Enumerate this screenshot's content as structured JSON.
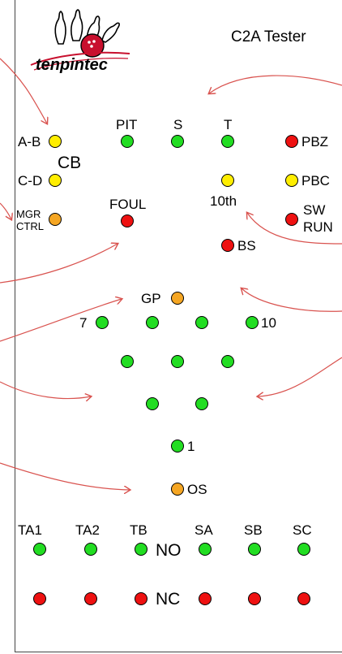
{
  "title": "C2A Tester",
  "logo": {
    "wordmark": "tenpintec"
  },
  "colors": {
    "green": "#22dd22",
    "red": "#ee1111",
    "orange": "#f5a623",
    "yellow": "#ffee00",
    "arrow": "#d9534f"
  },
  "labels": {
    "ab": "A-B",
    "cd": "C-D",
    "cb": "CB",
    "mgr_line1": "MGR",
    "mgr_line2": "CTRL",
    "pit": "PIT",
    "s": "S",
    "t": "T",
    "pbz": "PBZ",
    "pbc": "PBC",
    "foul": "FOUL",
    "tenth": "10th",
    "sw_line1": "SW",
    "sw_line2": "RUN",
    "bs": "BS",
    "gp": "GP",
    "pin7": "7",
    "pin10": "10",
    "pin1": "1",
    "os": "OS",
    "ta1": "TA1",
    "ta2": "TA2",
    "tb": "TB",
    "sa": "SA",
    "sb": "SB",
    "sc": "SC",
    "no": "NO",
    "nc": "NC"
  },
  "indicators": [
    {
      "id": "ab",
      "color": "yellow"
    },
    {
      "id": "cd",
      "color": "yellow"
    },
    {
      "id": "mgr-ctrl",
      "color": "orange"
    },
    {
      "id": "pit",
      "color": "green"
    },
    {
      "id": "s",
      "color": "green"
    },
    {
      "id": "t",
      "color": "green"
    },
    {
      "id": "pbz",
      "color": "red"
    },
    {
      "id": "pbc",
      "color": "yellow"
    },
    {
      "id": "foul",
      "color": "red"
    },
    {
      "id": "tenth",
      "color": "yellow"
    },
    {
      "id": "sw-run",
      "color": "red"
    },
    {
      "id": "bs",
      "color": "red"
    },
    {
      "id": "gp",
      "color": "orange"
    },
    {
      "id": "pin-7",
      "color": "green"
    },
    {
      "id": "pin-8",
      "color": "green"
    },
    {
      "id": "pin-9",
      "color": "green"
    },
    {
      "id": "pin-10",
      "color": "green"
    },
    {
      "id": "pin-4",
      "color": "green"
    },
    {
      "id": "pin-5",
      "color": "green"
    },
    {
      "id": "pin-6",
      "color": "green"
    },
    {
      "id": "pin-2",
      "color": "green"
    },
    {
      "id": "pin-3",
      "color": "green"
    },
    {
      "id": "pin-1",
      "color": "green"
    },
    {
      "id": "os",
      "color": "orange"
    },
    {
      "id": "ta1-no",
      "color": "green"
    },
    {
      "id": "ta2-no",
      "color": "green"
    },
    {
      "id": "tb-no",
      "color": "green"
    },
    {
      "id": "sa-no",
      "color": "green"
    },
    {
      "id": "sb-no",
      "color": "green"
    },
    {
      "id": "sc-no",
      "color": "green"
    },
    {
      "id": "ta1-nc",
      "color": "red"
    },
    {
      "id": "ta2-nc",
      "color": "red"
    },
    {
      "id": "tb-nc",
      "color": "red"
    },
    {
      "id": "sa-nc",
      "color": "red"
    },
    {
      "id": "sb-nc",
      "color": "red"
    },
    {
      "id": "sc-nc",
      "color": "red"
    }
  ]
}
